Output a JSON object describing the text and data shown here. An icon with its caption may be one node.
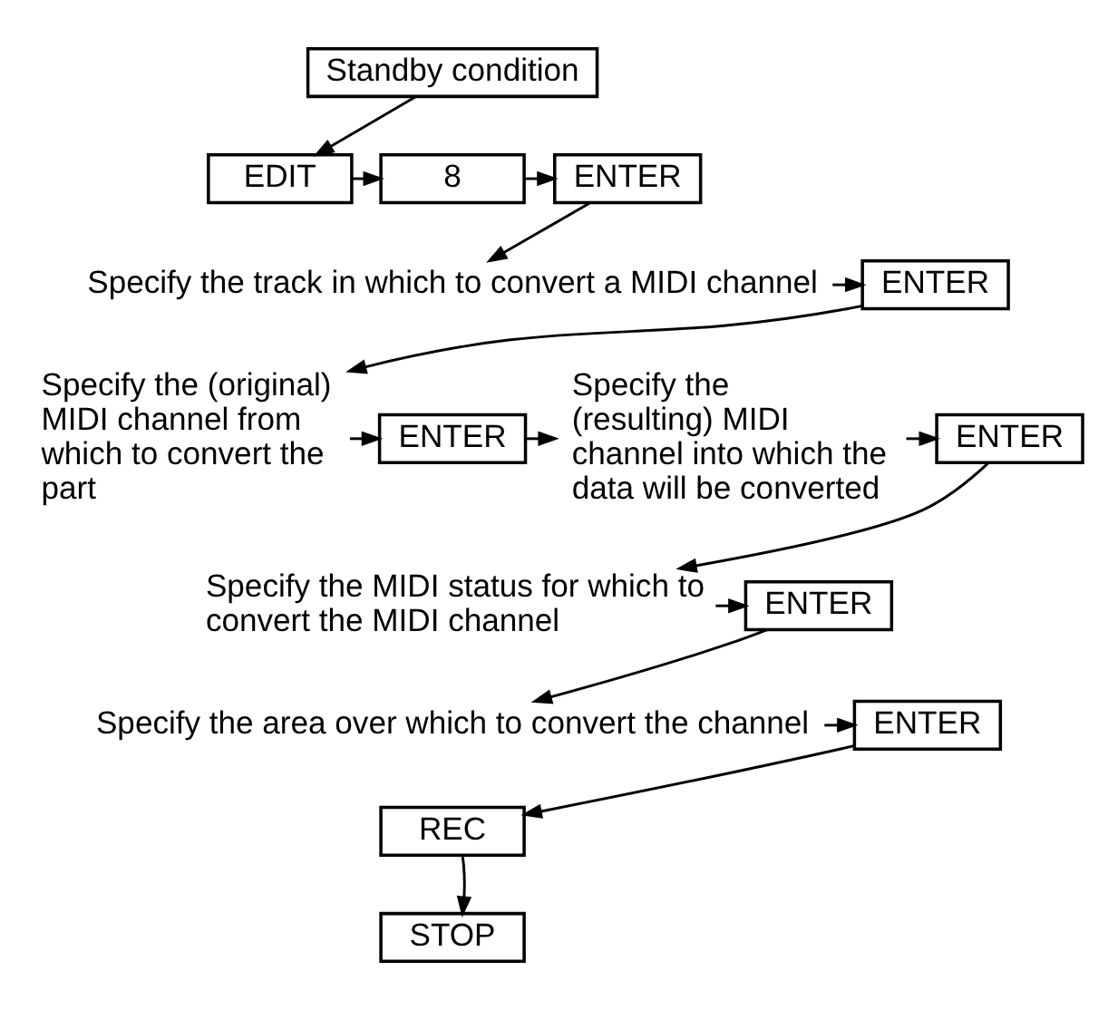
{
  "diagram": {
    "nodes": [
      {
        "text": [
          "Standby condition"
        ]
      },
      {
        "text": [
          "EDIT"
        ]
      },
      {
        "text": [
          "8"
        ]
      },
      {
        "text": [
          "ENTER"
        ]
      },
      {
        "text": [
          "Specify the track in which to convert a MIDI channel"
        ]
      },
      {
        "text": [
          "ENTER"
        ]
      },
      {
        "text": [
          "Specify the (original) MIDI channel from which to convert the part"
        ]
      },
      {
        "text": [
          "ENTER"
        ]
      },
      {
        "text": [
          "Specify the (resulting) MIDI channel into which the data will be converted"
        ]
      },
      {
        "text": [
          "ENTER"
        ]
      },
      {
        "text": [
          "Specify the MIDI status for which to convert the MIDI channel"
        ]
      },
      {
        "text": [
          "ENTER"
        ]
      },
      {
        "text": [
          "Specify the area over which to convert the channel"
        ]
      },
      {
        "text": [
          "ENTER"
        ]
      },
      {
        "text": [
          "REC"
        ]
      },
      {
        "text": [
          "STOP"
        ]
      }
    ],
    "edges": [
      {
        "from": 0,
        "to": 1,
        "arrow": "to"
      },
      {
        "from": 1,
        "to": 2,
        "arrow": "to"
      },
      {
        "from": 2,
        "to": 3,
        "arrow": "to"
      },
      {
        "from": 3,
        "to": 4,
        "arrow": "to"
      },
      {
        "from": 4,
        "to": 5,
        "arrow": "to"
      },
      {
        "from": 5,
        "to": 6,
        "arrow": "to"
      },
      {
        "from": 6,
        "to": 7,
        "arrow": "to"
      },
      {
        "from": 7,
        "to": 8,
        "arrow": "to"
      },
      {
        "from": 8,
        "to": 9,
        "arrow": "to"
      },
      {
        "from": 9,
        "to": 10,
        "arrow": "to"
      },
      {
        "from": 10,
        "to": 11,
        "arrow": "to"
      },
      {
        "from": 11,
        "to": 12,
        "arrow": "to"
      },
      {
        "from": 12,
        "to": 13,
        "arrow": "to"
      },
      {
        "from": 13,
        "to": 14,
        "arrow": "to"
      },
      {
        "from": 14,
        "to": 15,
        "arrow": "to"
      }
    ]
  }
}
